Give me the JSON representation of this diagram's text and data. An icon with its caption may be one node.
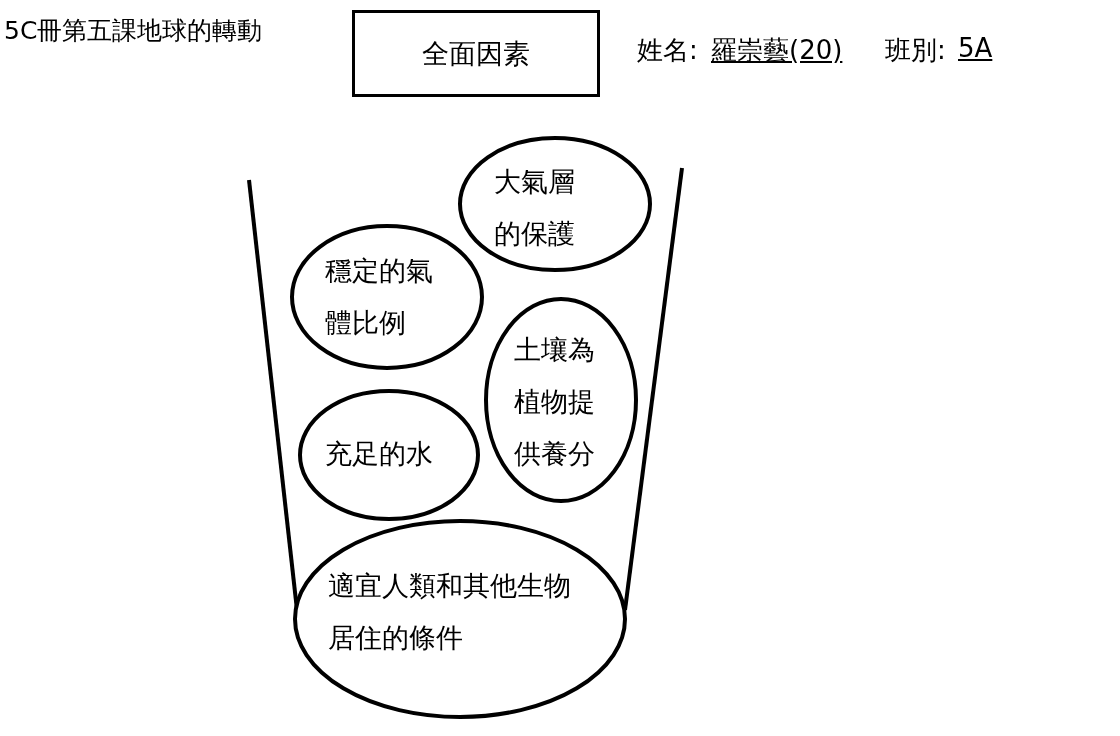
{
  "diagram": {
    "title": "5C冊第五課地球的轉動",
    "nodes": [
      {
        "text": [
          "全面因素"
        ]
      },
      {
        "text": [
          "大氣層的保護"
        ]
      },
      {
        "text": [
          "穩定的氣體比例"
        ]
      },
      {
        "text": [
          "土壤為植物提供養分"
        ]
      },
      {
        "text": [
          "充足的水"
        ]
      },
      {
        "text": [
          "適宜人類和其他生物居住的條件"
        ]
      }
    ],
    "labels": [
      "姓名:",
      "羅崇藝(20)",
      "班別:",
      "5A"
    ]
  }
}
